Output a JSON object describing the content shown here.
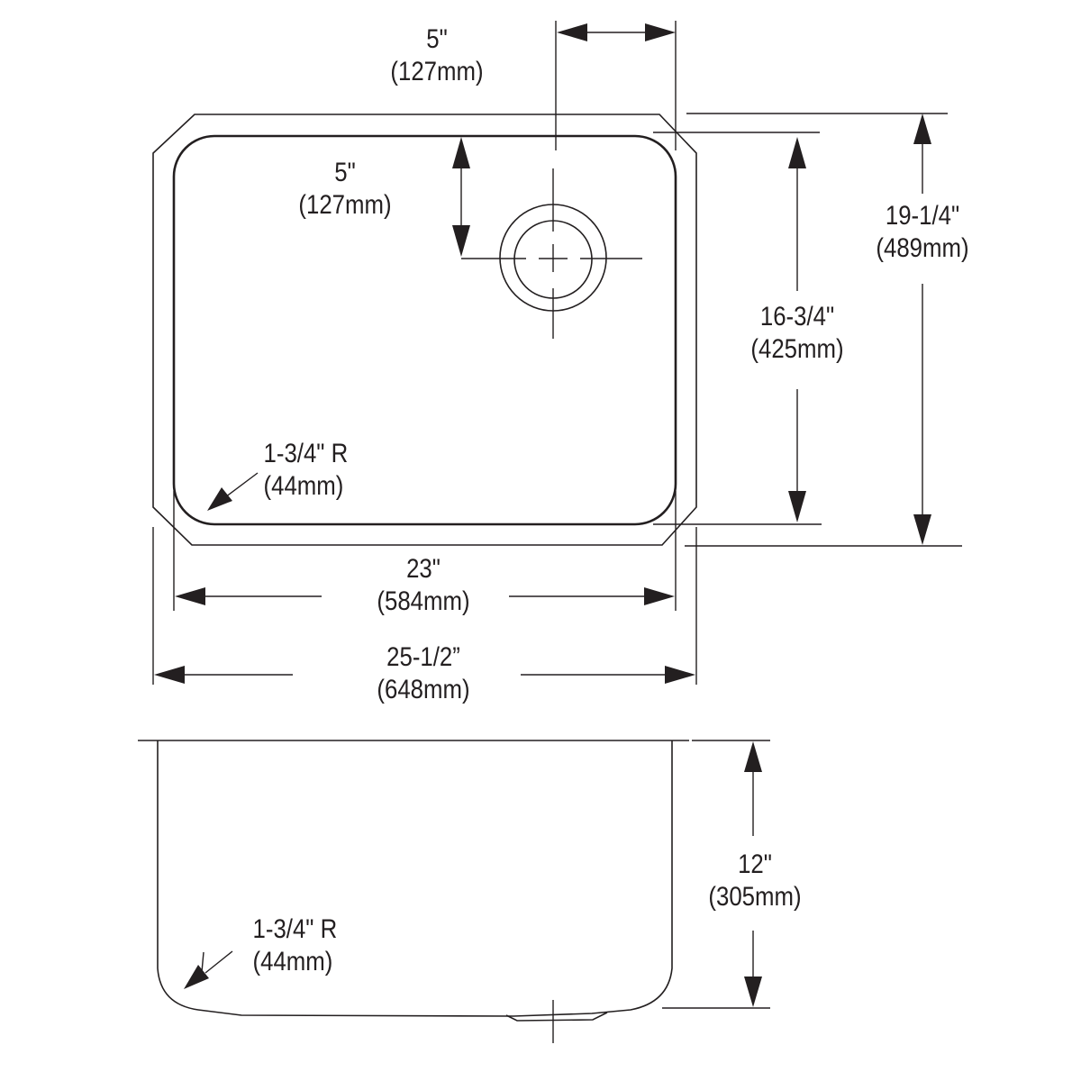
{
  "drawing": {
    "subject": "Undermount single-bowl sink dimension drawing",
    "line_color": "#231f20",
    "background": "#ffffff"
  },
  "top_view": {
    "drain_offset_horizontal": {
      "inches": "5\"",
      "mm": "(127mm)"
    },
    "drain_offset_vertical": {
      "inches": "5\"",
      "mm": "(127mm)"
    },
    "bowl_width": {
      "inches": "23\"",
      "mm": "(584mm)"
    },
    "overall_width": {
      "inches": "25-1/2”",
      "mm": "(648mm)"
    },
    "bowl_length": {
      "inches": "16-3/4\"",
      "mm": "(425mm)"
    },
    "overall_length": {
      "inches": "19-1/4\"",
      "mm": "(489mm)"
    },
    "corner_radius": {
      "inches": "1-3/4\" R",
      "mm": "(44mm)"
    }
  },
  "side_view": {
    "depth": {
      "inches": "12\"",
      "mm": "(305mm)"
    },
    "corner_radius": {
      "inches": "1-3/4\" R",
      "mm": "(44mm)"
    }
  }
}
